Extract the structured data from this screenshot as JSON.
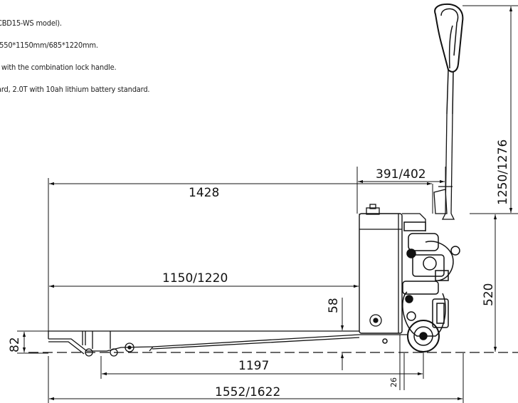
{
  "notes": [
    "CBD15-WS model).",
    ":550*1150mm/685*1220mm.",
    ", with the combination lock handle.",
    "ard, 2.0T with 10ah lithium battery standard."
  ],
  "dimensions": {
    "overall_length": "1428",
    "fork_length": "1150/1220",
    "body_width": "391/402",
    "handle_height": "1250/1276",
    "handle_mid_height": "520",
    "fork_height": "58",
    "lowered_height": "82",
    "wheelbase": "1197",
    "total_length": "1552/1622",
    "ground_clearance": "26"
  }
}
